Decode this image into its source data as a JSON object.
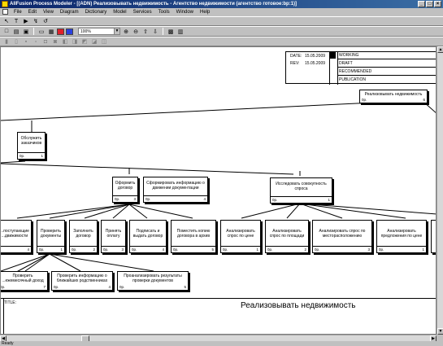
{
  "window": {
    "title": "AllFusion Process Modeler - [(ADN) Реализовывать недвижимость - Агентство недвижимости  (агентство готовое:bp:1)]",
    "min": "_",
    "max": "□",
    "close": "×"
  },
  "menu": [
    "File",
    "Edit",
    "View",
    "Diagram",
    "Dictionary",
    "Model",
    "Services",
    "Tools",
    "Window",
    "Help"
  ],
  "toolbar": {
    "zoom": "100%"
  },
  "header": {
    "date_label": "DATE:",
    "date": "15.05.2009",
    "rev_label": "REV:",
    "rev": "15.05.2009",
    "statuses": [
      "WORKING",
      "DRAFT",
      "RECOMMENDED",
      "PUBLICATION"
    ]
  },
  "boxes": {
    "root": {
      "label": "Реализовывать недвижимость",
      "cost": "0р.",
      "num": "6"
    },
    "serve": {
      "label": "Обслужить заказчиков",
      "cost": "0р.",
      "num": "1"
    },
    "contract": {
      "label": "Оформить договор",
      "cost": "0р.",
      "num": "3"
    },
    "info": {
      "label": "Сформировать информацию о движении документации",
      "cost": "0р.",
      "num": "4"
    },
    "research": {
      "label": "Исследовать совокупность спроса",
      "cost": "0р.",
      "num": "1"
    },
    "incoming": {
      "label": "...поступающие ...движимости",
      "cost": "",
      "num": "4"
    },
    "check_docs": {
      "label": "Проверить документы",
      "cost": "0р.",
      "num": "1"
    },
    "fill": {
      "label": "Заполнить договор",
      "cost": "0р.",
      "num": "2"
    },
    "pay": {
      "label": "Принять оплату",
      "cost": "0р.",
      "num": "3"
    },
    "sign": {
      "label": "Подписать и выдать договор",
      "cost": "0р.",
      "num": "4"
    },
    "archive": {
      "label": "Поместить копию договора в архив",
      "cost": "0р.",
      "num": "5"
    },
    "a_price": {
      "label": "Анализировать спрос по цене",
      "cost": "0р.",
      "num": "1"
    },
    "a_area": {
      "label": "Анализировать спрос по площади",
      "cost": "0р.",
      "num": "2"
    },
    "a_loc": {
      "label": "Анализировать спрос по месторасположению",
      "cost": "0р.",
      "num": "3"
    },
    "a_offer": {
      "label": "Анализировать предложения по цене",
      "cost": "0р.",
      "num": "1"
    },
    "income": {
      "label": "Проверить ...ежемесячный доход",
      "cost": "0р.",
      "num": "7"
    },
    "relatives": {
      "label": "Проверить информацию о ближайших родственниках",
      "cost": "0р.",
      "num": "4"
    },
    "results": {
      "label": "Проанализировать результаты проверки документов",
      "cost": "0р.",
      "num": "5"
    }
  },
  "title_block": {
    "label": "TITLE:",
    "title": "Реализовывать недвижимость"
  },
  "status": "Ready"
}
